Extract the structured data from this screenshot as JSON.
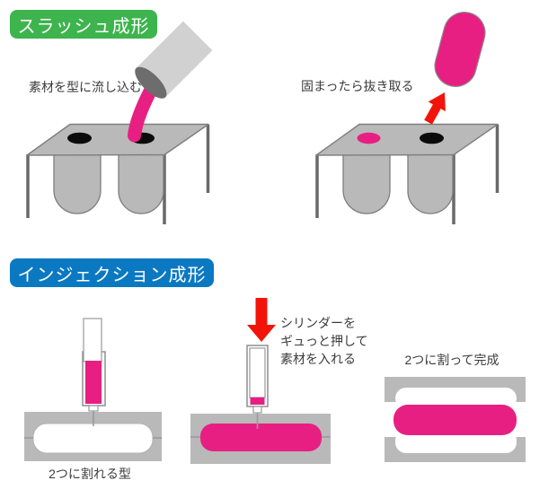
{
  "colors": {
    "pink": "#e81f82",
    "green": "#3db44d",
    "blue": "#0b79c1",
    "red": "#f2140a",
    "gray_fill": "#b9b9b9",
    "gray_stroke": "#7e7e7e",
    "leg_gray": "#696969",
    "cup_gray": "#d1d1d1",
    "cup_mouth": "#6d6d6d",
    "hole_black": "#0b0b0b",
    "text": "#3b3b3b"
  },
  "slush": {
    "title": "スラッシュ成形",
    "pour_caption": "素材を型に流し込む",
    "extract_caption": "固まったら抜き取る"
  },
  "injection": {
    "title": "インジェクション成形",
    "press_caption_lines": [
      "シリンダーを",
      "ギュっと押して",
      "素材を入れる"
    ],
    "split_mold_caption": "2つに割れる型",
    "finished_caption": "2つに割って完成"
  }
}
